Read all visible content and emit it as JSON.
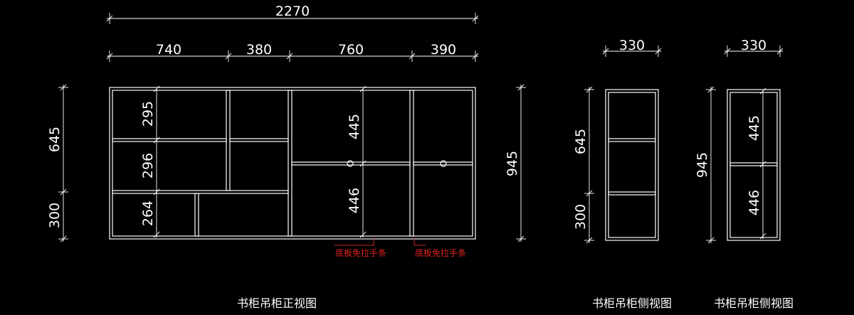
{
  "front_view": {
    "title": "书柜吊柜正视图",
    "overall_width": "2270",
    "segment_widths": [
      "740",
      "380",
      "760",
      "390"
    ],
    "left_heights": [
      "645",
      "300"
    ],
    "right_height": "945",
    "compartment_heights": [
      "295",
      "296",
      "264",
      "445",
      "446"
    ],
    "notes": [
      "底板免拉手条",
      "底板免拉手条"
    ]
  },
  "side_view_1": {
    "title": "书柜吊柜侧视图",
    "width": "330",
    "heights": [
      "645",
      "300"
    ]
  },
  "side_view_2": {
    "title": "书柜吊柜侧视图",
    "width": "330",
    "total_height": "945",
    "compartment_heights": [
      "445",
      "446"
    ]
  },
  "colors": {
    "background": "#000000",
    "lines": "#ffffff",
    "note": "#dd2222"
  }
}
